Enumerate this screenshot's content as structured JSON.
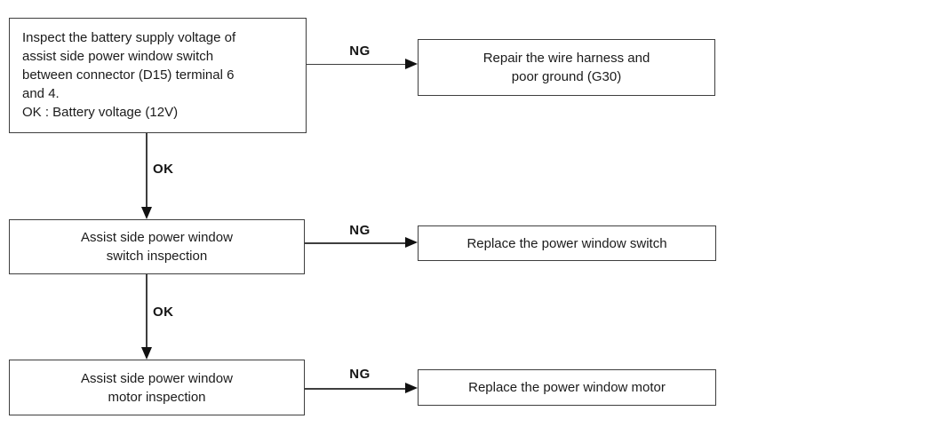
{
  "flowchart": {
    "rows": [
      {
        "step": "Inspect the battery supply voltage of\nassist side power window switch\nbetween connector (D15) terminal 6\nand 4.\nOK : Battery voltage (12V)",
        "ng_label": "NG",
        "result": "Repair the wire harness and\npoor ground (G30)",
        "ok_label": "OK"
      },
      {
        "step": "Assist side power window\nswitch inspection",
        "ng_label": "NG",
        "result": "Replace the power window switch",
        "ok_label": "OK"
      },
      {
        "step": "Assist side power window\nmotor inspection",
        "ng_label": "NG",
        "result": "Replace the power window motor"
      }
    ],
    "colors": {
      "line": "#3e3e3e",
      "arrowhead": "#111111",
      "text": "#1b1b1b",
      "background": "#ffffff"
    }
  }
}
